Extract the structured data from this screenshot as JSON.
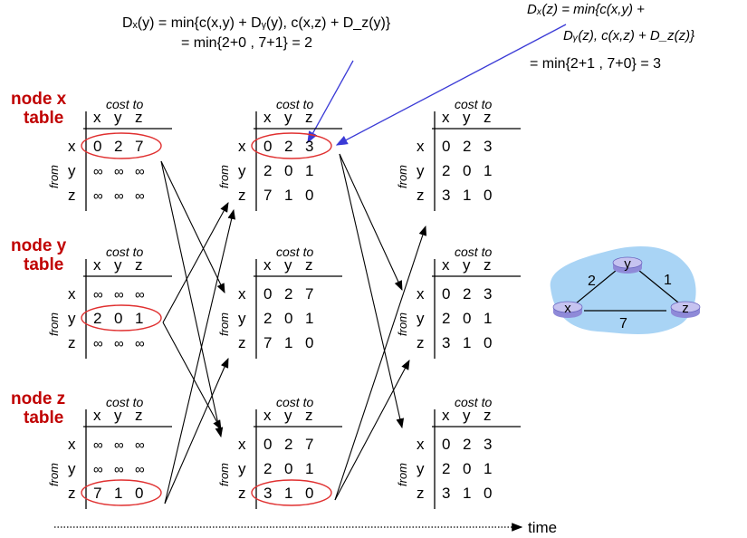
{
  "equations": {
    "eq1_line1": "Dₓ(y) = min{c(x,y) + Dᵧ(y), c(x,z) + D_z(y)}",
    "eq1_line2": "= min{2+0 , 7+1} = 2",
    "eq2_line1": "Dₓ(z) = min{c(x,y) +",
    "eq2_line2": "Dᵧ(z), c(x,z) + D_z(z)}",
    "eq2_line3": "= min{2+1 , 7+0} = 3"
  },
  "labels": {
    "cost_to": "cost to",
    "from": "from",
    "time": "time",
    "node_x_line1": "node x",
    "node_y_line1": "node y",
    "node_z_line1": "node z",
    "table_word": "table",
    "col_x": "x",
    "col_y": "y",
    "col_z": "z",
    "row_x": "x",
    "row_y": "y",
    "row_z": "z"
  },
  "tables": {
    "c1": {
      "x": [
        [
          "0",
          "2",
          "7"
        ],
        [
          "∞",
          "∞",
          "∞"
        ],
        [
          "∞",
          "∞",
          "∞"
        ]
      ],
      "y": [
        [
          "∞",
          "∞",
          "∞"
        ],
        [
          "2",
          "0",
          "1"
        ],
        [
          "∞",
          "∞",
          "∞"
        ]
      ],
      "z": [
        [
          "∞",
          "∞",
          "∞"
        ],
        [
          "∞",
          "∞",
          "∞"
        ],
        [
          "7",
          "1",
          "0"
        ]
      ]
    },
    "c2": {
      "x": [
        [
          "0",
          "2",
          "3"
        ],
        [
          "2",
          "0",
          "1"
        ],
        [
          "7",
          "1",
          "0"
        ]
      ],
      "y": [
        [
          "0",
          "2",
          "7"
        ],
        [
          "2",
          "0",
          "1"
        ],
        [
          "7",
          "1",
          "0"
        ]
      ],
      "z": [
        [
          "0",
          "2",
          "7"
        ],
        [
          "2",
          "0",
          "1"
        ],
        [
          "3",
          "1",
          "0"
        ]
      ]
    },
    "c3": {
      "x": [
        [
          "0",
          "2",
          "3"
        ],
        [
          "2",
          "0",
          "1"
        ],
        [
          "3",
          "1",
          "0"
        ]
      ],
      "y": [
        [
          "0",
          "2",
          "3"
        ],
        [
          "2",
          "0",
          "1"
        ],
        [
          "3",
          "1",
          "0"
        ]
      ],
      "z": [
        [
          "0",
          "2",
          "3"
        ],
        [
          "2",
          "0",
          "1"
        ],
        [
          "3",
          "1",
          "0"
        ]
      ]
    }
  },
  "graph": {
    "routers": [
      "x",
      "y",
      "z"
    ],
    "edges": [
      {
        "from": "x",
        "to": "y",
        "cost": "2"
      },
      {
        "from": "y",
        "to": "z",
        "cost": "1"
      },
      {
        "from": "x",
        "to": "z",
        "cost": "7"
      }
    ],
    "colors": {
      "cloud": "#a9d4f5",
      "router": "#c6c3f0",
      "ellipse": "#e03030",
      "node_label": "#c00000",
      "annotation_arrow": "#3a3ad6"
    }
  }
}
